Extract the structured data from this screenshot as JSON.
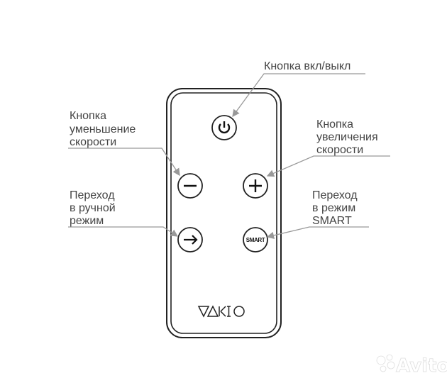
{
  "labels": {
    "power": [
      "Кнопка вкл/выкл"
    ],
    "decrease": [
      "Кнопка",
      "уменьшение",
      "скорости"
    ],
    "increase": [
      "Кнопка",
      "увеличения",
      "скорости"
    ],
    "manual": [
      "Переход",
      "в ручной",
      "режим"
    ],
    "smart": [
      "Переход",
      "в режим",
      "SMART"
    ]
  },
  "remote": {
    "smart_button_text": "SMART",
    "logo": "VAKIO",
    "icons": [
      "power-icon",
      "minus-icon",
      "plus-icon",
      "arrow-right-icon"
    ]
  },
  "watermark": "Avito",
  "colors": {
    "line": "#222222",
    "leader": "#999999",
    "text": "#444444"
  }
}
